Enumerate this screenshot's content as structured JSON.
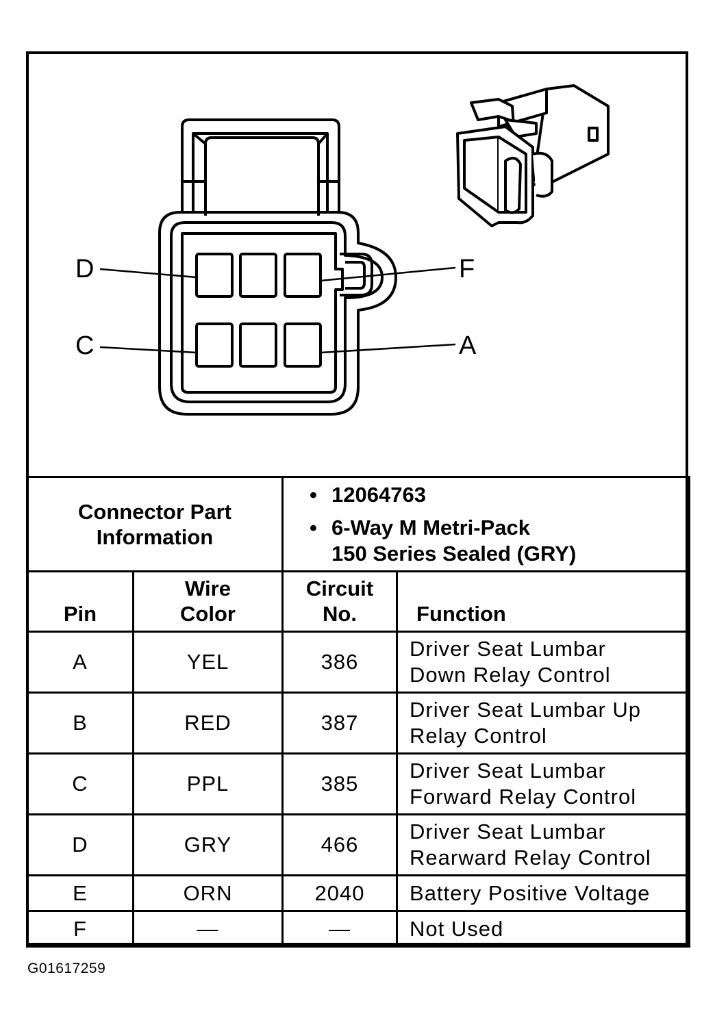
{
  "diagram": {
    "pin_labels": {
      "D": "D",
      "F": "F",
      "C": "C",
      "A": "A"
    },
    "connector_face": "connector-face-view",
    "connector_3d": "connector-3d-view"
  },
  "connector_info": {
    "label_line1": "Connector Part",
    "label_line2": "Information",
    "part_number": "12064763",
    "description_line1": "6-Way M Metri-Pack",
    "description_line2": "150 Series Sealed (GRY)"
  },
  "table": {
    "headers": {
      "pin": "Pin",
      "wire_color_line1": "Wire",
      "wire_color_line2": "Color",
      "circuit_line1": "Circuit",
      "circuit_line2": "No.",
      "function": "Function"
    },
    "rows": [
      {
        "pin": "A",
        "color": "YEL",
        "circuit": "386",
        "function_line1": "Driver Seat Lumbar",
        "function_line2": "Down Relay Control"
      },
      {
        "pin": "B",
        "color": "RED",
        "circuit": "387",
        "function_line1": "Driver Seat Lumbar Up",
        "function_line2": "Relay Control"
      },
      {
        "pin": "C",
        "color": "PPL",
        "circuit": "385",
        "function_line1": "Driver Seat Lumbar",
        "function_line2": "Forward Relay Control"
      },
      {
        "pin": "D",
        "color": "GRY",
        "circuit": "466",
        "function_line1": "Driver Seat Lumbar",
        "function_line2": "Rearward Relay Control"
      },
      {
        "pin": "E",
        "color": "ORN",
        "circuit": "2040",
        "function_line1": "Battery Positive Voltage",
        "function_line2": ""
      },
      {
        "pin": "F",
        "color": "—",
        "circuit": "—",
        "function_line1": "Not Used",
        "function_line2": ""
      }
    ]
  },
  "figure_id": "G01617259",
  "bullet": "•"
}
